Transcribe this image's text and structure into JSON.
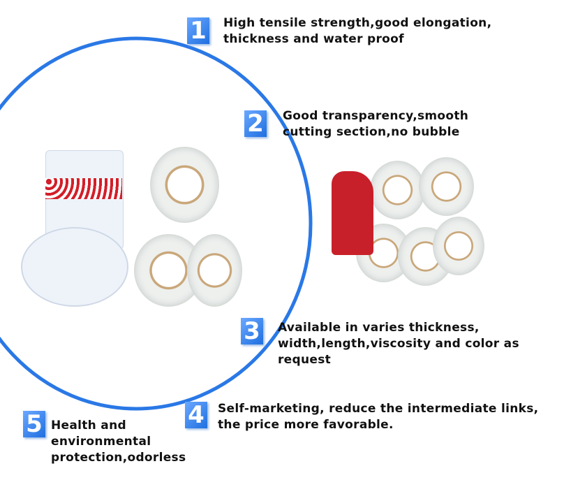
{
  "features": [
    {
      "number": "1",
      "text": "High tensile strength,good elongation, thickness and water proof"
    },
    {
      "number": "2",
      "text": "Good transparency,smooth cutting section,no bubble"
    },
    {
      "number": "3",
      "text": "Available in varies thickness, width,length,viscosity and color as request"
    },
    {
      "number": "4",
      "text": "Self-marketing, reduce the intermediate links, the price more favorable."
    },
    {
      "number": "5",
      "text": "Health and environmental protection,odorless"
    }
  ],
  "colors": {
    "accent": "#1f6fe0",
    "text": "#111111"
  }
}
